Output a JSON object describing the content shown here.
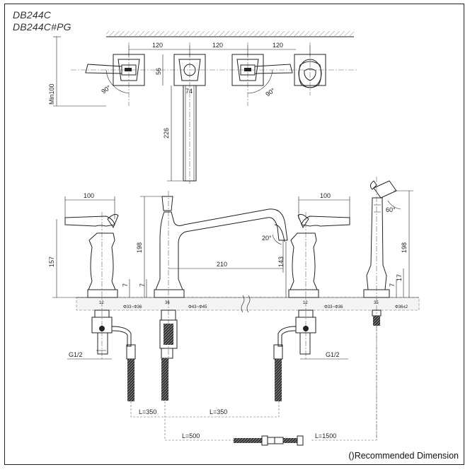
{
  "models": [
    "DB244C",
    "DB244C#PG"
  ],
  "note": "()Recommended Dimension",
  "top_view": {
    "spacing": [
      "120",
      "120",
      "120"
    ],
    "handle_height": "56",
    "spout_offset": "74",
    "spout_length": "226",
    "min_wall": "Min100",
    "angle_left": "90°",
    "angle_right": "90°"
  },
  "side_view": {
    "handle_width_left": "100",
    "handle_width_right": "100",
    "valve_height": "157",
    "spout_height": "198",
    "spout_reach": "210",
    "spout_clear": "143",
    "spout_angle": "20°",
    "shower_height": "198",
    "shower_angle": "60°",
    "base_7_a": "7",
    "base_7_b": "7",
    "base_7_c": "7",
    "base_17": "17",
    "dims_small": {
      "v1": "12",
      "v1_hole": "Φ33~Φ36",
      "spout": "36",
      "spout_hole": "Φ43~Φ45",
      "v2": "12",
      "v2_hole": "Φ33~Φ36",
      "sh": "35",
      "sh_hole": "Φ36±2"
    },
    "thread_left": "G1/2",
    "thread_right": "G1/2"
  },
  "hoses": {
    "l1": "L=350",
    "l2": "L=350",
    "l3": "L=500",
    "l4": "L=1500"
  }
}
